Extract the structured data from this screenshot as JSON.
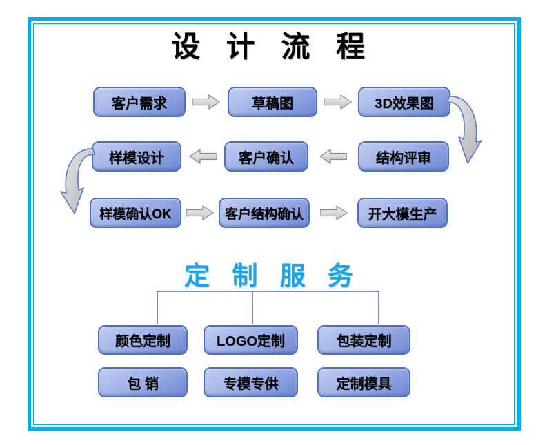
{
  "title": "设 计 流 程",
  "flow": {
    "row1": [
      "客户需求",
      "草稿图",
      "3D效果图"
    ],
    "row2": [
      "样模设计",
      "客户确认",
      "结构评审"
    ],
    "row3": [
      "样模确认OK",
      "客户结构确认",
      "开大模生产"
    ]
  },
  "services": {
    "title": "定 制 服 务",
    "row1": [
      "颜色定制",
      "LOGO定制",
      "包装定制"
    ],
    "row2": [
      "包 销",
      "专模专供",
      "定制模具"
    ]
  },
  "icons": {
    "right_arrow": "arrow-right-icon",
    "left_arrow": "arrow-left-icon",
    "curved_right": "curved-arrow-right-icon",
    "curved_left": "curved-arrow-left-icon"
  },
  "colors": {
    "frame": "#00AEEF",
    "service_title": "#18A6E8",
    "box_border": "#4F70C0",
    "box_fill_light": "#C2CEF1",
    "box_fill_dark": "#7088D4",
    "connector_line": "#7B8CC4",
    "arrow_fill_light": "#F0F0F0",
    "arrow_fill_dark": "#C6C6C6",
    "arrow_border": "#8A8A8A",
    "text": "#000000"
  }
}
